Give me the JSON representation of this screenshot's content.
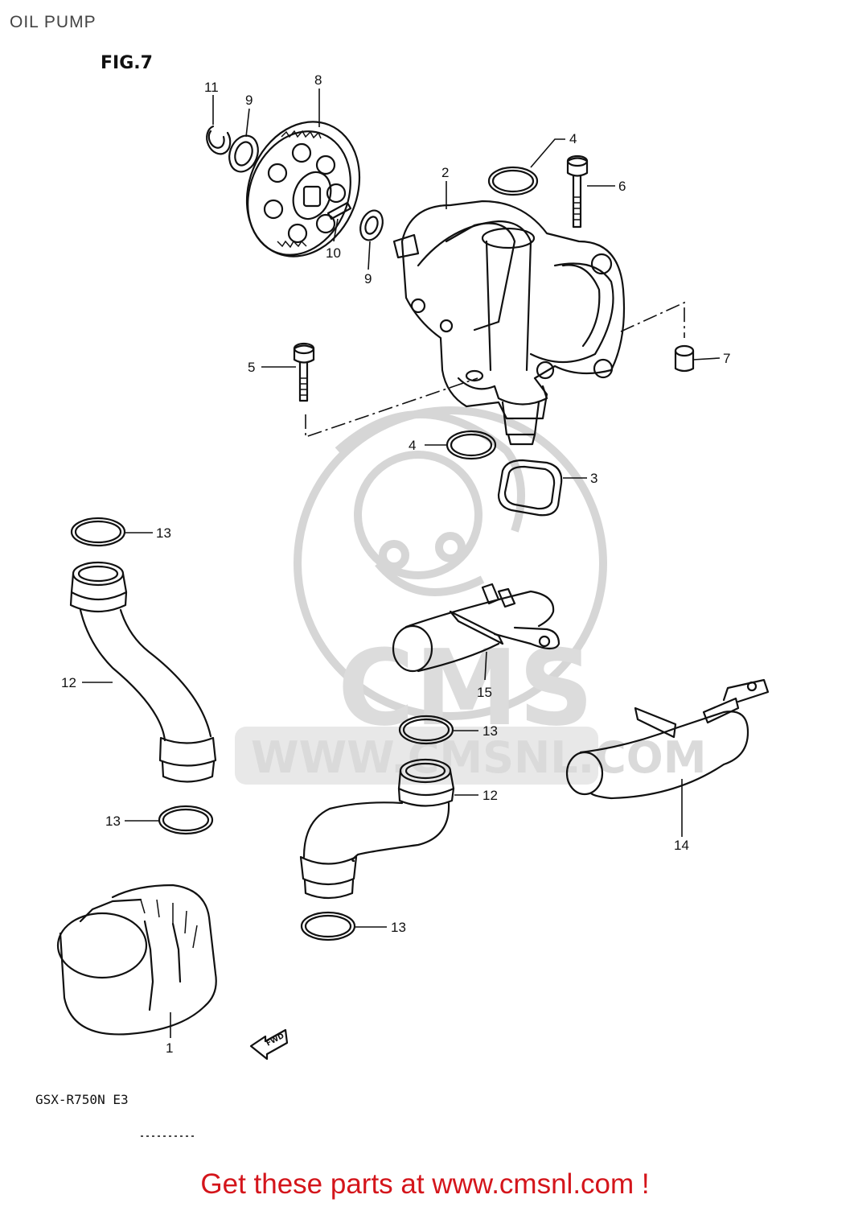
{
  "page": {
    "title": "OIL PUMP",
    "figure_label": "FIG.7",
    "model_code": "GSX-R750N E3",
    "fwd_marker": "FWD",
    "call_to_action": "Get these parts at www.cmsnl.com !"
  },
  "watermark": {
    "brand": "CMS",
    "url": "WWW.CMSNL.COM"
  },
  "callouts": [
    {
      "id": "c11",
      "text": "11"
    },
    {
      "id": "c9a",
      "text": "9"
    },
    {
      "id": "c8",
      "text": "8"
    },
    {
      "id": "c10",
      "text": "10"
    },
    {
      "id": "c9b",
      "text": "9"
    },
    {
      "id": "c2",
      "text": "2"
    },
    {
      "id": "c4a",
      "text": "4"
    },
    {
      "id": "c6",
      "text": "6"
    },
    {
      "id": "c5",
      "text": "5"
    },
    {
      "id": "c7",
      "text": "7"
    },
    {
      "id": "c4b",
      "text": "4"
    },
    {
      "id": "c3",
      "text": "3"
    },
    {
      "id": "c13a",
      "text": "13"
    },
    {
      "id": "c12a",
      "text": "12"
    },
    {
      "id": "c15",
      "text": "15"
    },
    {
      "id": "c13b",
      "text": "13"
    },
    {
      "id": "c12b",
      "text": "12"
    },
    {
      "id": "c14",
      "text": "14"
    },
    {
      "id": "c13c",
      "text": "13"
    },
    {
      "id": "c13d",
      "text": "13"
    },
    {
      "id": "c1",
      "text": "1"
    }
  ],
  "colors": {
    "line": "#111111",
    "watermark": "#d6d6d6",
    "cta_red": "#d4151b"
  }
}
